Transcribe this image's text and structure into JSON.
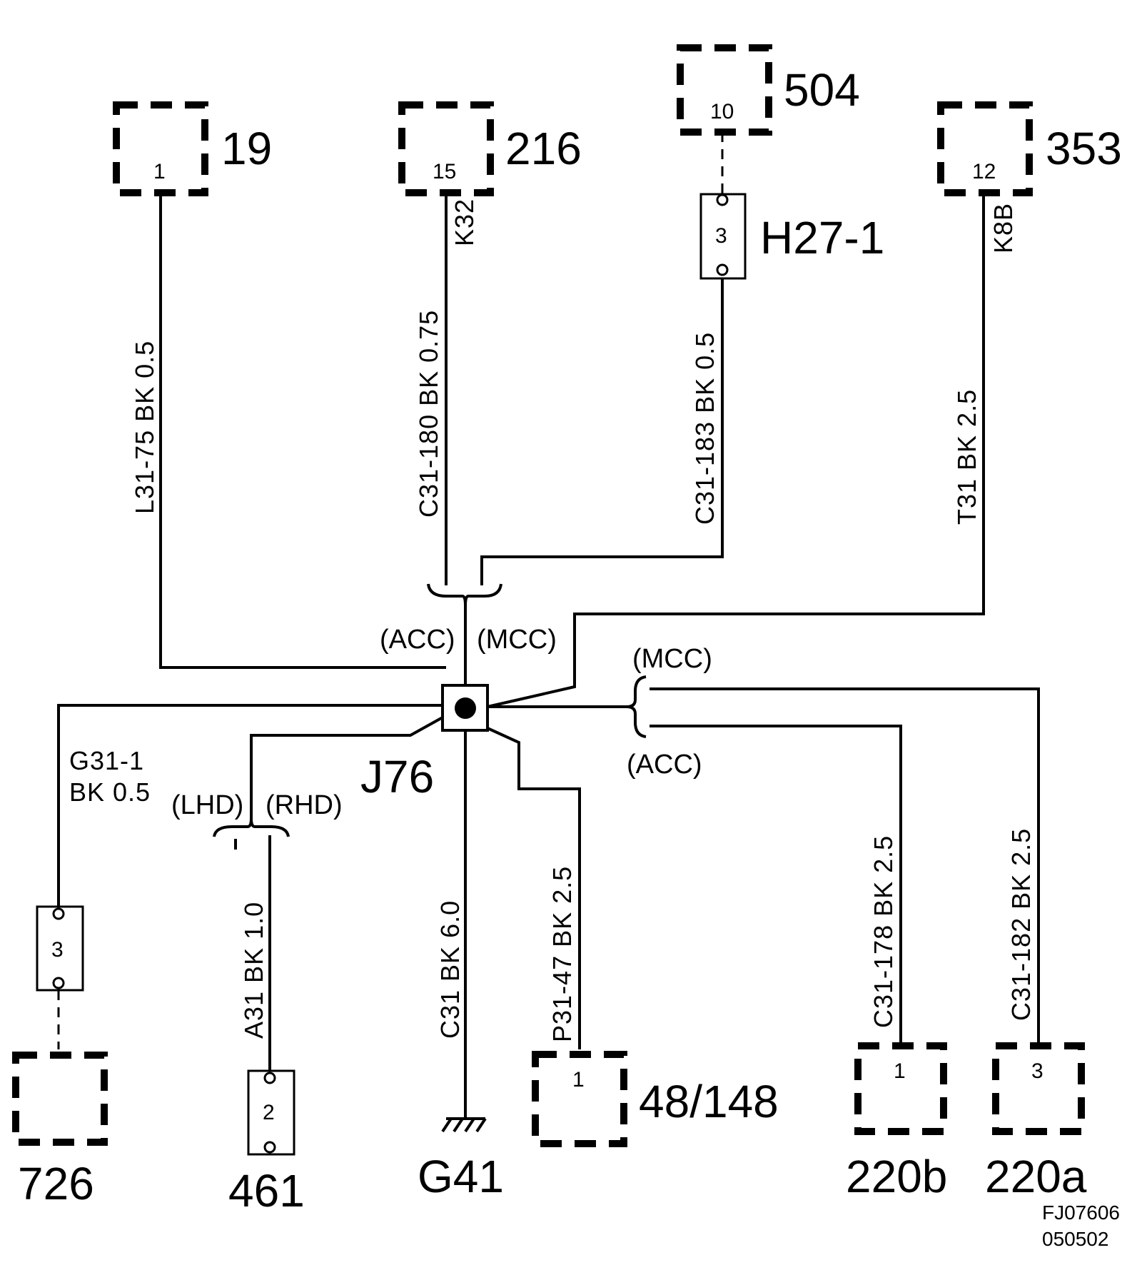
{
  "components": {
    "c19": {
      "id": "19",
      "pin": "1"
    },
    "c216": {
      "id": "216",
      "pin": "15"
    },
    "c504": {
      "id": "504",
      "pin": "10"
    },
    "c353": {
      "id": "353",
      "pin": "12"
    },
    "c726": {
      "id": "726"
    },
    "c461": {
      "id": "461",
      "pin": "2"
    },
    "g41": {
      "id": "G41"
    },
    "c48": {
      "id": "48/148",
      "pin": "1"
    },
    "c220b": {
      "id": "220b",
      "pin": "1"
    },
    "c220a": {
      "id": "220a",
      "pin": "3"
    }
  },
  "connectors": {
    "h27": {
      "id": "H27-1",
      "pin": "3"
    },
    "g31conn": {
      "pin": "3"
    }
  },
  "splice": {
    "id": "J76"
  },
  "wires": {
    "l31": "L31-75  BK  0.5",
    "c180": "C31-180  BK   0.75",
    "k32": "K32",
    "c183": "C31-183  BK  0.5",
    "t31": "T31  BK  2.5",
    "k8b": "K8B",
    "g31_line1": "G31-1",
    "g31_line2": "BK  0.5",
    "a31": "A31  BK  1.0",
    "c31": "C31  BK  6.0",
    "p31": "P31-47  BK  2.5",
    "c178": "C31-178  BK   2.5",
    "c182": "C31-182 BK   2.5"
  },
  "variants": {
    "acc_top": "(ACC)",
    "mcc_top": "(MCC)",
    "mcc_right": "(MCC)",
    "acc_right": "(ACC)",
    "lhd": "(LHD)",
    "rhd": "(RHD)"
  },
  "footer": {
    "code": "FJ07606",
    "date": "050502"
  }
}
